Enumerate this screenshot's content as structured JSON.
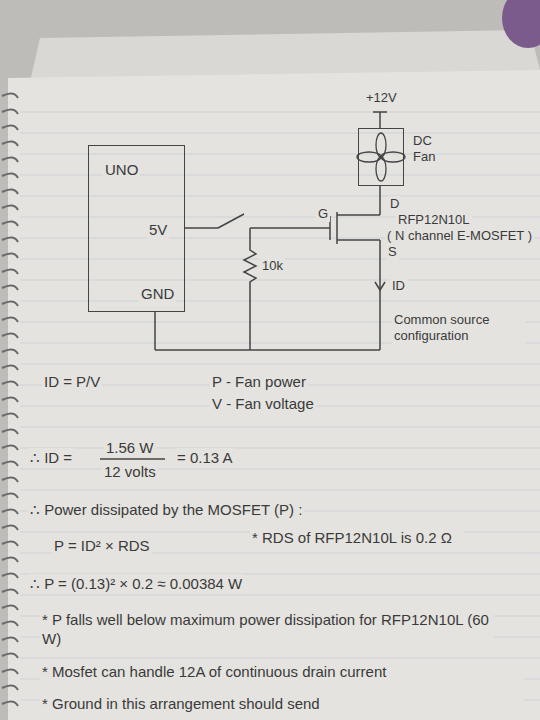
{
  "diagram": {
    "nodes": [
      {
        "text": [
          "UNO",
          "5V",
          "GND"
        ]
      },
      {
        "text": [
          "DC Fan"
        ]
      }
    ],
    "labels": [
      "+12V",
      "G",
      "D",
      "RFP12N10L",
      "( N channel E-MOSFET )",
      "S",
      "10k",
      "ID",
      "Common source configuration",
      "ID = P/V",
      "P - Fan power",
      "V - Fan voltage",
      "∴ ID =",
      "1.56 W",
      "12 volts",
      "= 0.13 A",
      "∴ Power dissipated by the MOSFET (P) :",
      "P = ID² × RDS",
      "* RDS of RFP12N10L is 0.2 Ω",
      "∴ P = (0.13)² × 0.2 ≈ 0.00384 W",
      "* P falls well below maximum power dissipation for RFP12N10L (60 W)",
      "* Mosfet can handle 12A of continuous drain current",
      "* Ground in this arrangement should send"
    ]
  }
}
